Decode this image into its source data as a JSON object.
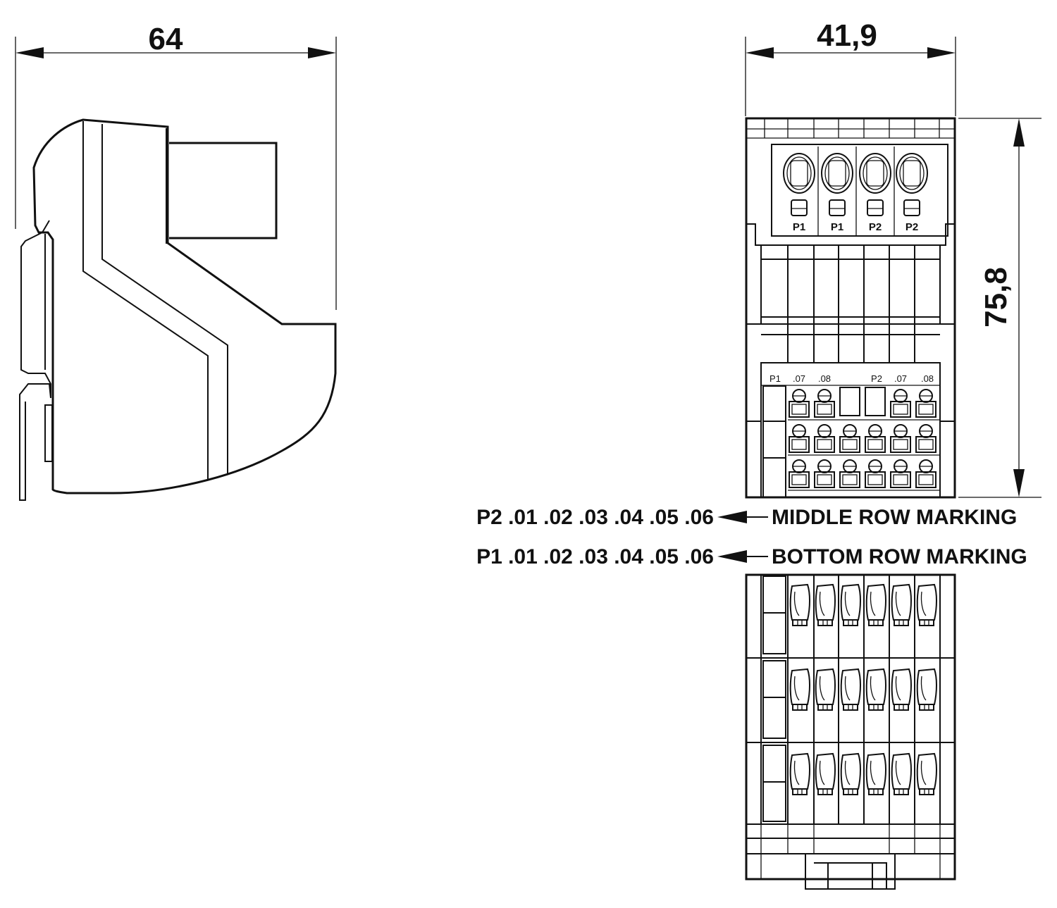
{
  "dimensions": {
    "width": "64",
    "front_width": "41,9",
    "height": "75,8"
  },
  "front_labels": {
    "buttons": [
      "P1",
      "P1",
      "P2",
      "P2"
    ],
    "top_row": [
      "P1",
      ".07",
      ".08",
      "P2",
      ".07",
      ".08"
    ]
  },
  "markings": {
    "middle_codes": "P2 .01 .02 .03 .04 .05 .06",
    "middle_label": "MIDDLE ROW MARKING",
    "bottom_codes": "P1 .01 .02 .03 .04 .05 .06",
    "bottom_label": "BOTTOM ROW MARKING"
  }
}
